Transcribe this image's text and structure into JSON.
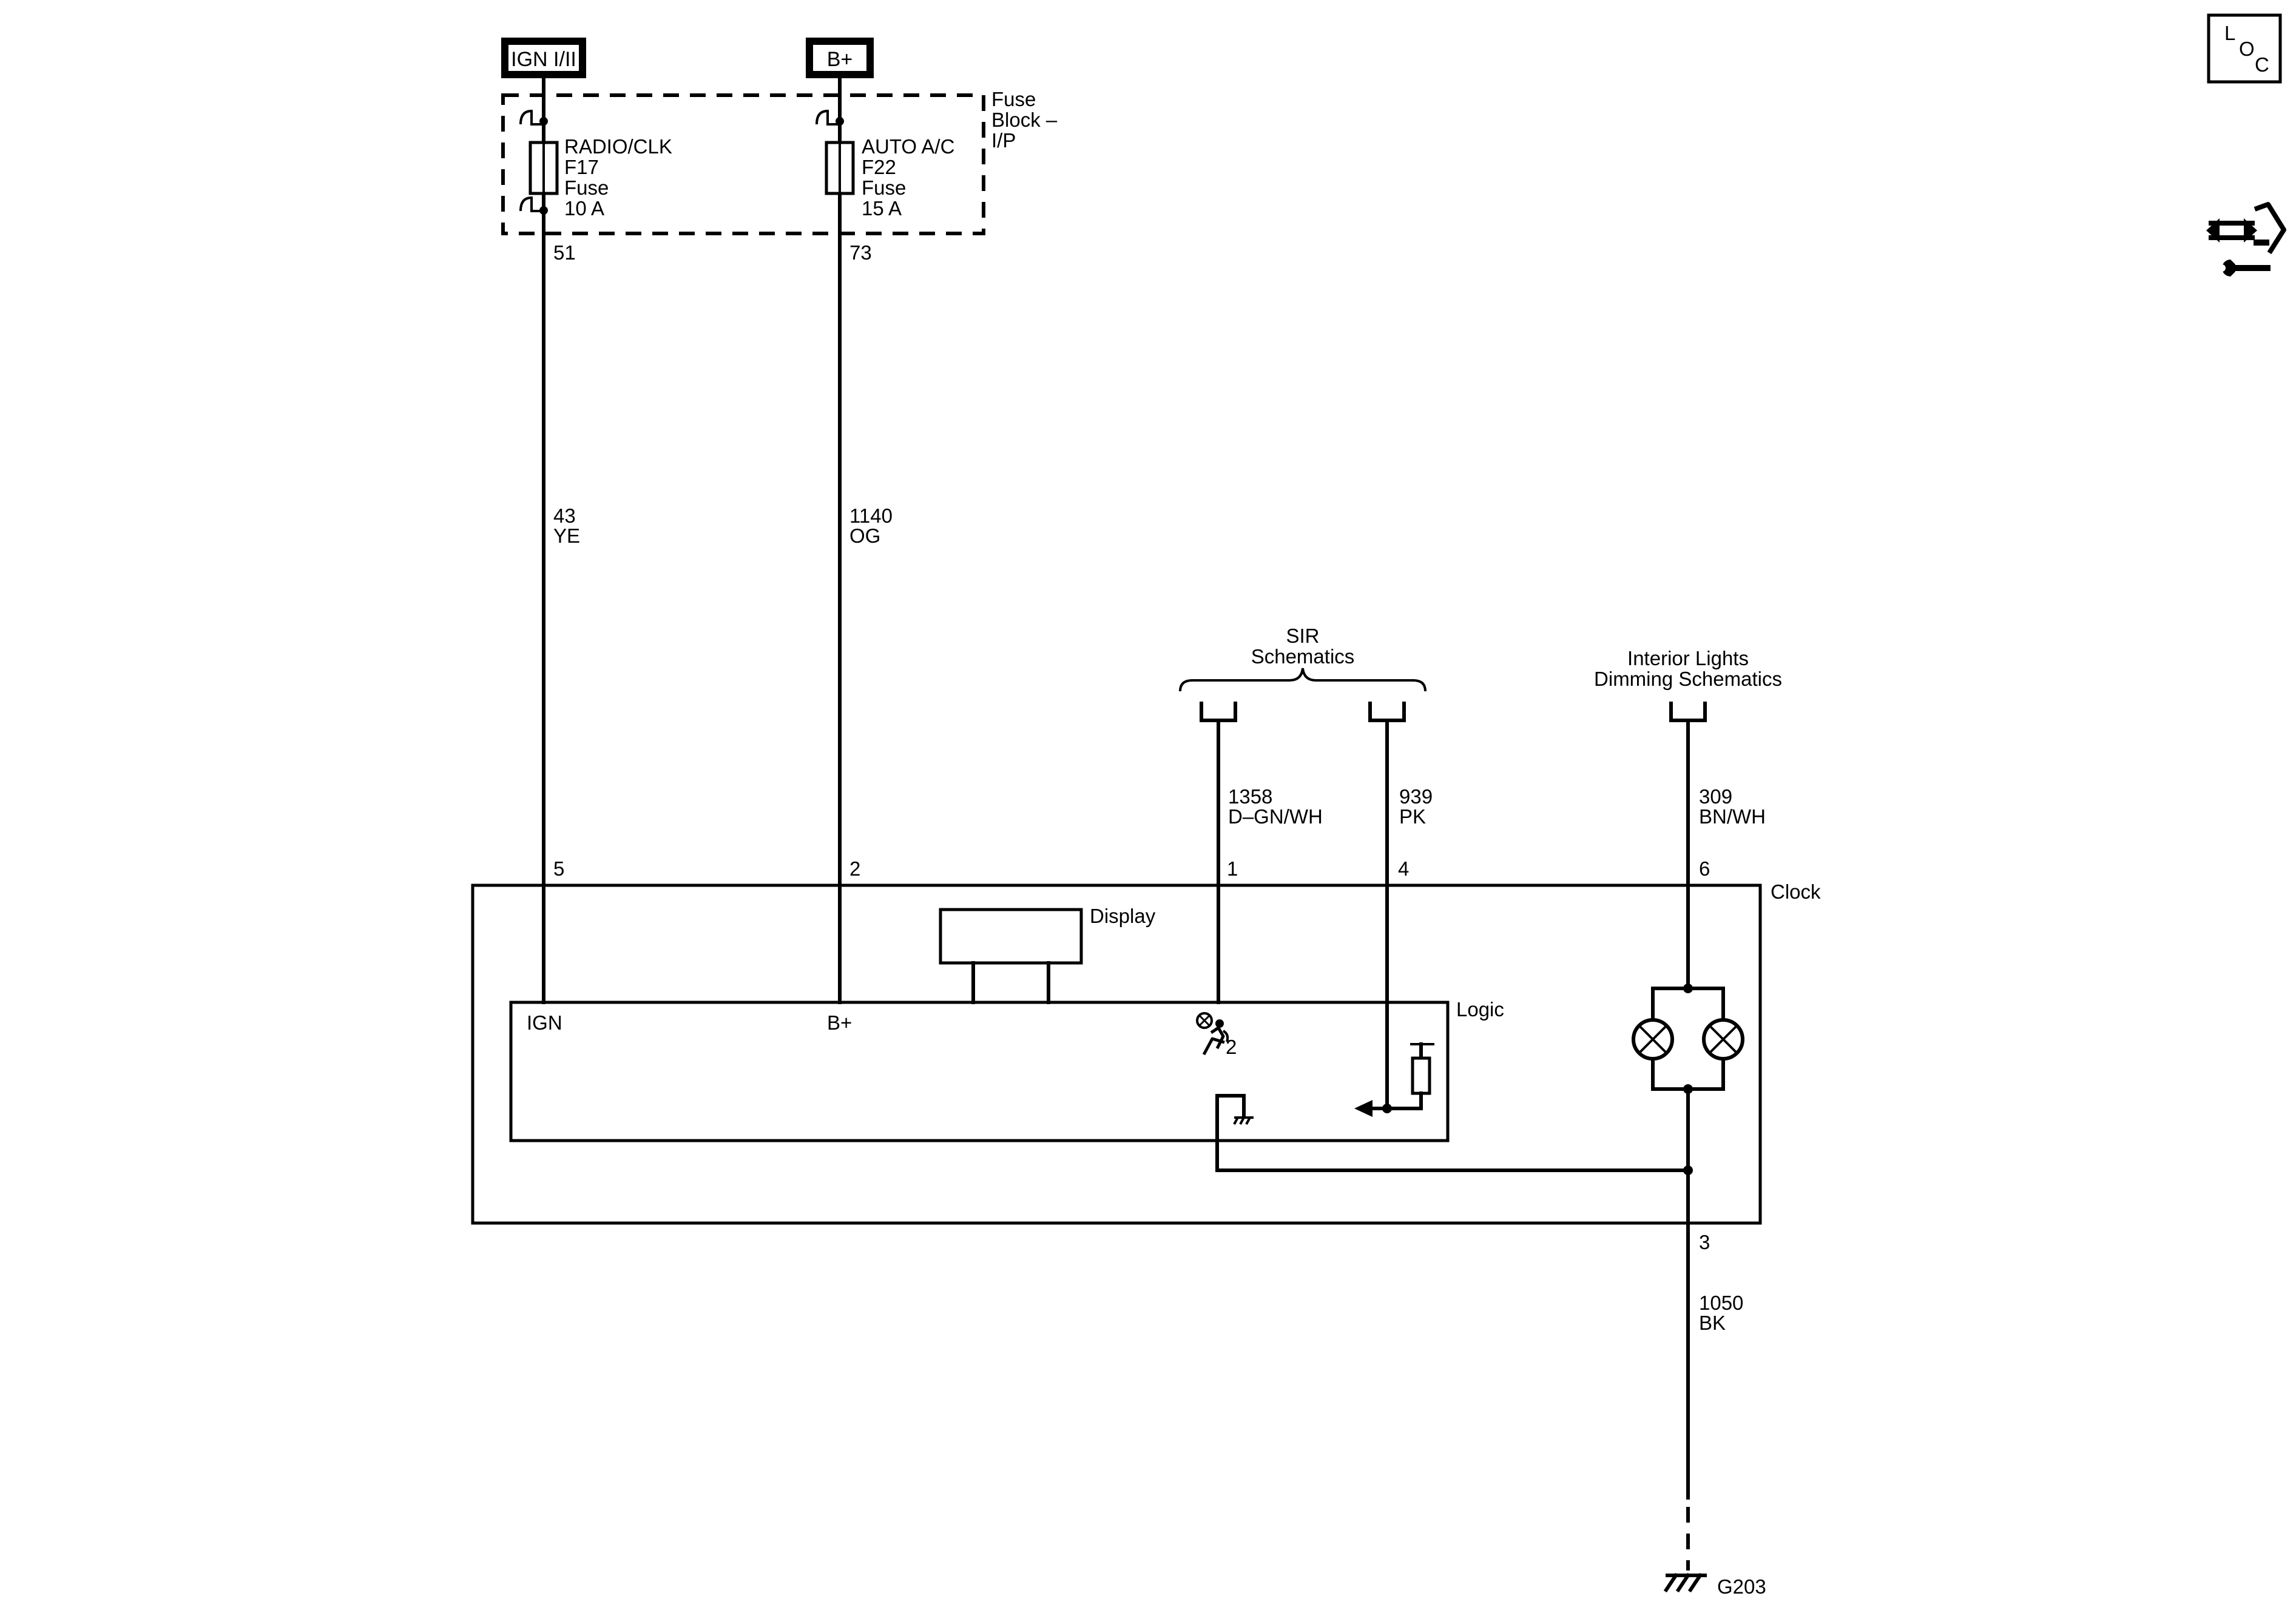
{
  "sources": {
    "ign": "IGN I/II",
    "bplus": "B+"
  },
  "fuse_block": {
    "line1": "Fuse",
    "line2": "Block –",
    "line3": "I/P"
  },
  "fuse_radio": {
    "name": "RADIO/CLK",
    "id": "F17",
    "type": "Fuse",
    "rating": "10 A"
  },
  "fuse_ac": {
    "name": "AUTO A/C",
    "id": "F22",
    "type": "Fuse",
    "rating": "15 A"
  },
  "pins": {
    "fuse_out_ign": "51",
    "fuse_out_bplus": "73",
    "clock_ign": "5",
    "clock_bplus": "2",
    "clock_sir1": "1",
    "clock_sir4": "4",
    "clock_dim": "6",
    "clock_ground": "3"
  },
  "wires": {
    "ign": {
      "circuit": "43",
      "color": "YE"
    },
    "bplus": {
      "circuit": "1140",
      "color": "OG"
    },
    "sir_a": {
      "circuit": "1358",
      "color": "D–GN/WH"
    },
    "sir_b": {
      "circuit": "939",
      "color": "PK"
    },
    "dim": {
      "circuit": "309",
      "color": "BN/WH"
    },
    "ground": {
      "circuit": "1050",
      "color": "BK"
    }
  },
  "references": {
    "sir_line1": "SIR",
    "sir_line2": "Schematics",
    "dim_line1": "Interior Lights",
    "dim_line2": "Dimming Schematics"
  },
  "components": {
    "clock": "Clock",
    "display": "Display",
    "logic": "Logic",
    "logic_ign": "IGN",
    "logic_bplus": "B+",
    "sir_index": "2",
    "ground_id": "G203"
  },
  "loc_badge": {
    "l": "L",
    "o": "O",
    "c": "C"
  }
}
